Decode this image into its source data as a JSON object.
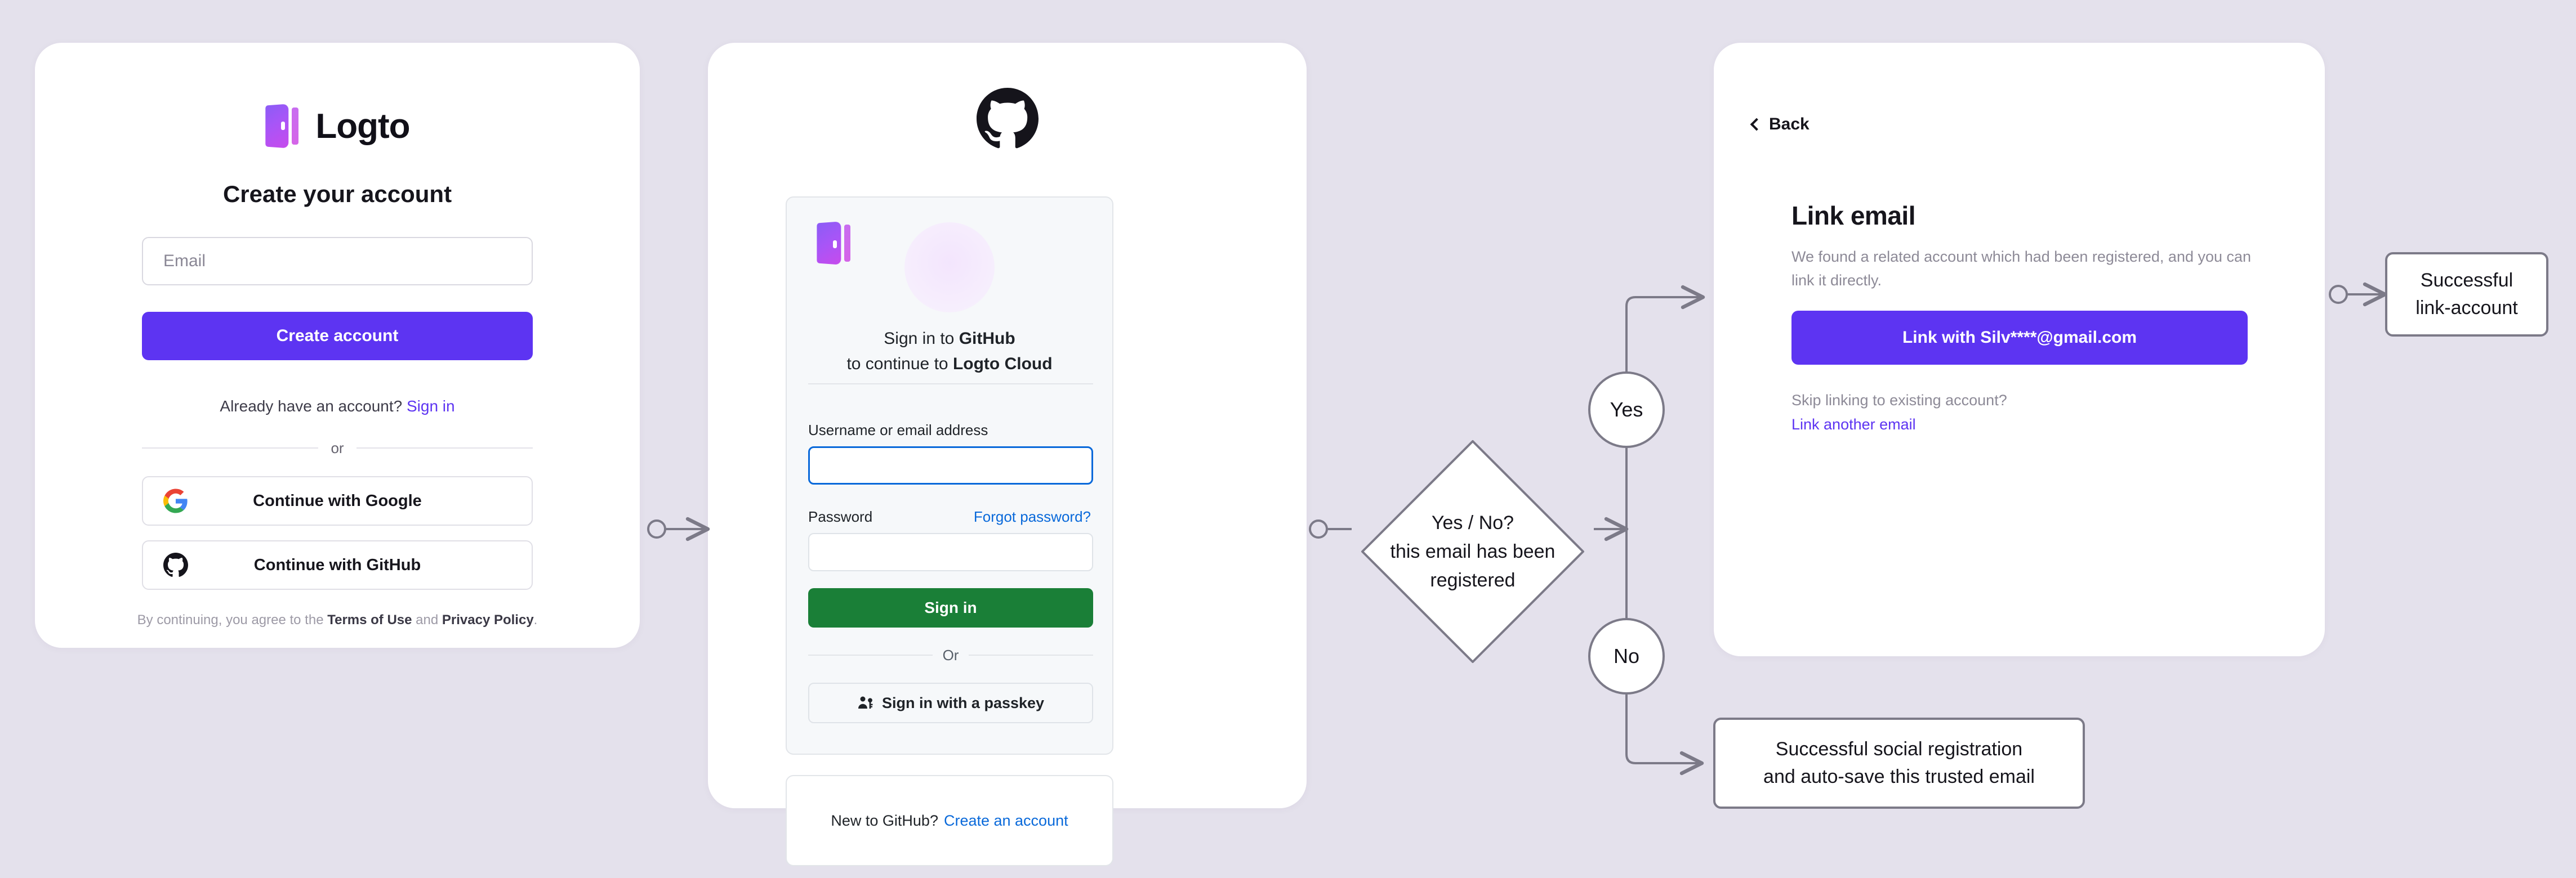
{
  "signup_card": {
    "brand_name": "Logto",
    "title": "Create your account",
    "email_placeholder": "Email",
    "create_account_label": "Create account",
    "already_prefix": "Already have an account?",
    "sign_in_label": "Sign in",
    "or_label": "or",
    "google_label": "Continue with Google",
    "github_label": "Continue with GitHub",
    "legal_prefix": "By continuing, you agree to the",
    "legal_terms": "Terms of Use",
    "legal_and": "and",
    "legal_privacy": "Privacy Policy",
    "legal_suffix": "."
  },
  "github_card": {
    "title_line1_prefix": "Sign in to",
    "title_line1_strong": "GitHub",
    "title_line2_prefix": "to continue to",
    "title_line2_strong": "Logto Cloud",
    "username_label": "Username or email address",
    "username_value": "",
    "password_label": "Password",
    "password_value": "",
    "forgot_label": "Forgot password?",
    "sign_in_label": "Sign in",
    "or_label": "Or",
    "passkey_label": "Sign in with a passkey",
    "new_prefix": "New to GitHub?",
    "create_account_label": "Create an account"
  },
  "link_card": {
    "back_label": "Back",
    "title": "Link email",
    "description": "We found a related account which had been registered, and you can link it directly.",
    "link_button_label": "Link with Silv****@gmail.com",
    "skip_text": "Skip linking to existing account?",
    "skip_link_label": "Link another email"
  },
  "flow": {
    "decision_line1": "Yes / No?",
    "decision_line2": "this email has been",
    "decision_line3": "registered",
    "yes_label": "Yes",
    "no_label": "No",
    "link_success_line1": "Successful",
    "link_success_line2": "link-account",
    "social_success_line1": "Successful social registration",
    "social_success_line2": "and auto-save this trusted email"
  },
  "colors": {
    "background": "#e4e1ec",
    "brand_purple": "#5d34f2",
    "github_green": "#1a7f37",
    "github_blue": "#0969da",
    "flow_stroke": "#7c7a88"
  }
}
